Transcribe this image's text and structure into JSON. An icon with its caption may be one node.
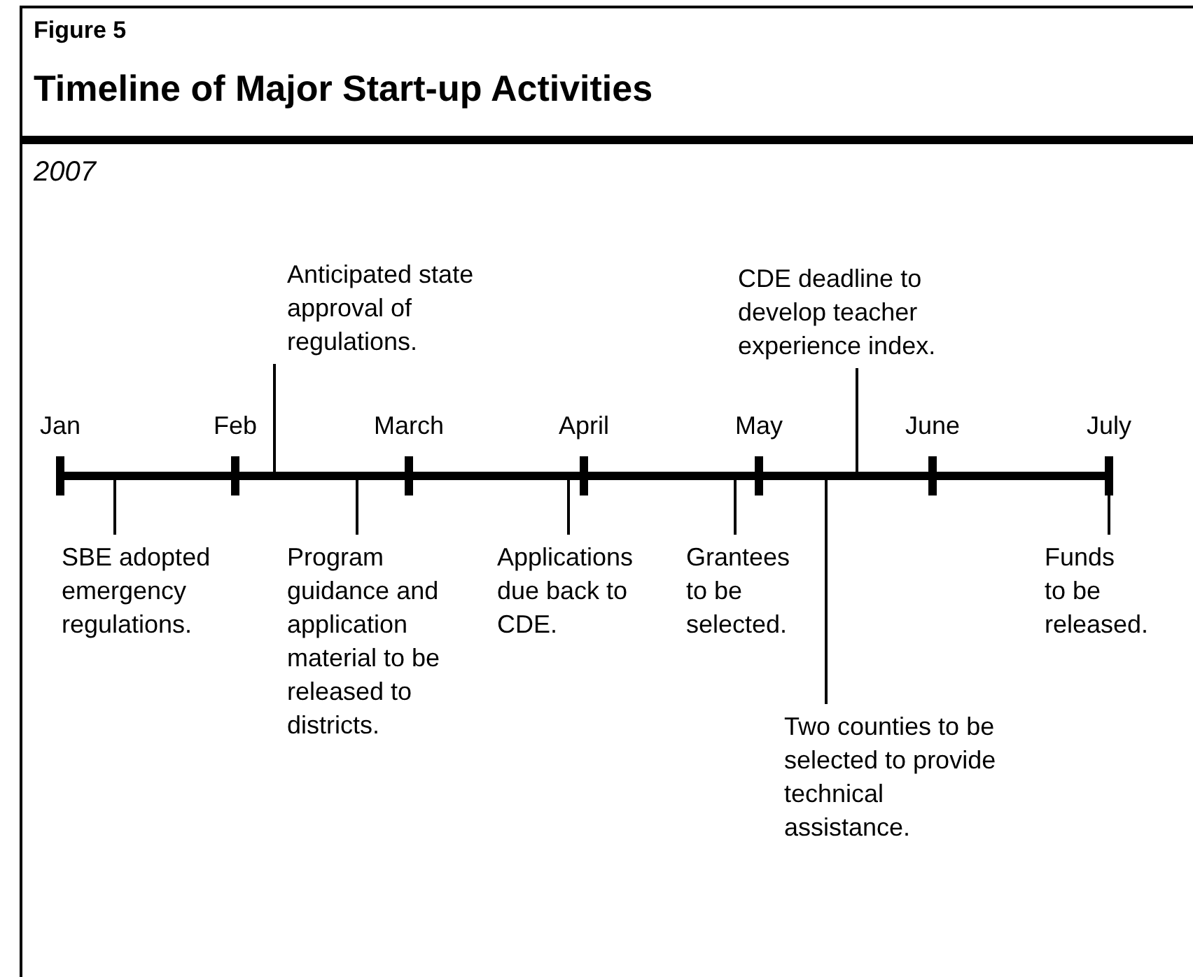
{
  "diagram": {
    "title": "Timeline of Major Start-up Activities",
    "nodes": [
      {
        "text": [
          "Anticipated state approval of regulations."
        ]
      },
      {
        "text": [
          "CDE deadline to develop teacher experience index."
        ]
      },
      {
        "text": [
          "SBE adopted emergency regulations."
        ]
      },
      {
        "text": [
          "Program guidance and application material to be released to districts."
        ]
      },
      {
        "text": [
          "Applications due back to CDE."
        ]
      },
      {
        "text": [
          "Grantees to be selected."
        ]
      },
      {
        "text": [
          "Funds to be released."
        ]
      },
      {
        "text": [
          "Two counties to be selected to provide technical assistance."
        ]
      }
    ],
    "edges": [
      {
        "from": 0,
        "to": null,
        "arrow": "none"
      },
      {
        "from": 1,
        "to": null,
        "arrow": "none"
      },
      {
        "from": 2,
        "to": null,
        "arrow": "none"
      },
      {
        "from": 3,
        "to": null,
        "arrow": "none"
      },
      {
        "from": 4,
        "to": null,
        "arrow": "none"
      },
      {
        "from": 5,
        "to": null,
        "arrow": "none"
      },
      {
        "from": 6,
        "to": null,
        "arrow": "none"
      },
      {
        "from": 7,
        "to": null,
        "arrow": "none"
      }
    ],
    "labels": [
      "Figure 5",
      "2007",
      "Jan",
      "Feb",
      "March",
      "April",
      "May",
      "June",
      "July"
    ]
  }
}
